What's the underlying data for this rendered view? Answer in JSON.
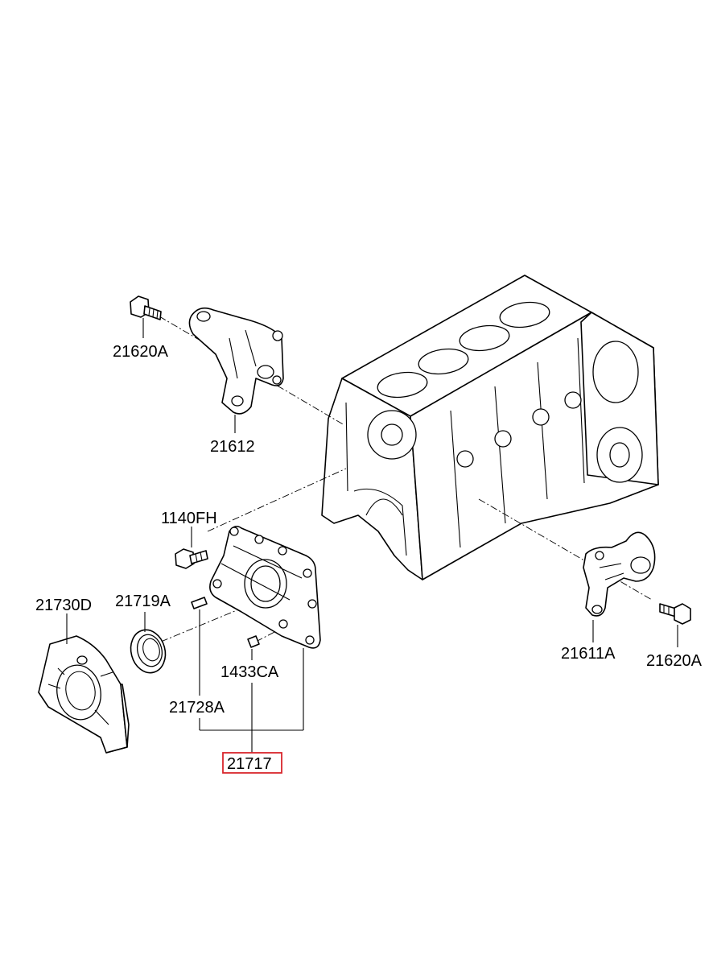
{
  "colors": {
    "line": "#000000",
    "background": "#ffffff",
    "highlight": "#d9262c"
  },
  "callouts": {
    "bolt_top": "21620A",
    "bracket_left": "21612",
    "bolt_cover": "1140FH",
    "front_cover": "21730D",
    "oil_seal": "21719A",
    "dowel_pin": "21728A",
    "plug": "1433CA",
    "seal_case_assembly": "21717",
    "bracket_right": "21611A",
    "bolt_right": "21620A"
  },
  "highlighted_part": "21717"
}
